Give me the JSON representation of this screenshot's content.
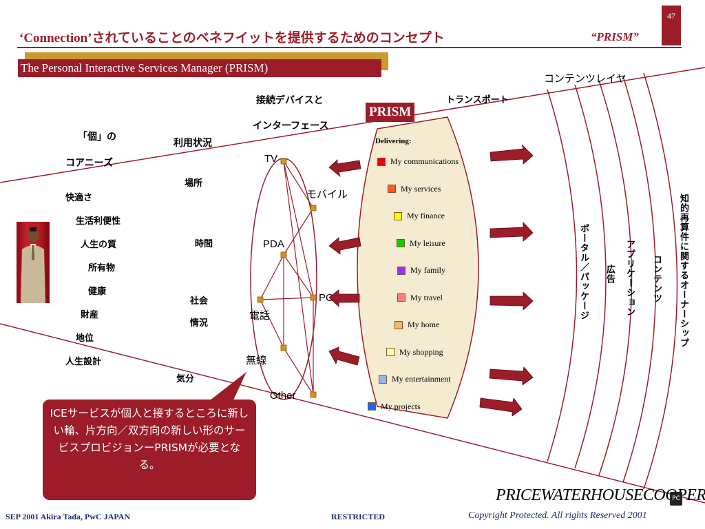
{
  "page_number": "47",
  "title": "‘Connection’されていることのベネフイットを提供するためのコンセプト",
  "title_tag": "“PRISM”",
  "subtitle": "The Personal Interactive Services Manager (PRISM)",
  "columns": {
    "needs_header_1": "「個」の",
    "needs_header_2": "コアニーズ",
    "usage_header": "利用状況",
    "device_header_1": "接続デバイスと",
    "device_header_2": "インターフェース",
    "transport": "トランスポート",
    "content_layer": "コンテンツレイヤ"
  },
  "needs": [
    "快適さ",
    "生活利便性",
    "人生の質",
    "所有物",
    "健康",
    "財産",
    "地位",
    "人生設計"
  ],
  "usage": [
    "場所",
    "時間",
    "社会",
    "情況",
    "気分"
  ],
  "devices": [
    "TV",
    "モバイル",
    "PDA",
    "PC",
    "電話",
    "無線",
    "Other"
  ],
  "prism": {
    "label": "PRISM",
    "delivering": "Delivering:",
    "services": [
      {
        "label": "My communications",
        "color": "#e8000b"
      },
      {
        "label": "My services",
        "color": "#ff5a1f"
      },
      {
        "label": "My finance",
        "color": "#ffff00"
      },
      {
        "label": "My leisure",
        "color": "#00d400"
      },
      {
        "label": "My family",
        "color": "#9b30ff"
      },
      {
        "label": "My travel",
        "color": "#ff7f7f"
      },
      {
        "label": "My home",
        "color": "#ffb266"
      },
      {
        "label": "My shopping",
        "color": "#ffffb0"
      },
      {
        "label": "My entertainment",
        "color": "#99b3ff"
      },
      {
        "label": "My projects",
        "color": "#1a66ff"
      }
    ]
  },
  "layers": [
    "ポータル／パッケージ",
    "広告",
    "アプリケーション",
    "コンテンツ",
    "知的再算件に関するオーナーシップ"
  ],
  "callout": "ICEサービスが個人と接するところに新しい輪、片方向／双方向の新しい形のサービスプロビジョンーPRISMが必要となる。",
  "footer": {
    "left": "SEP 2001  Akira Tada, PwC JAPAN",
    "middle": "RESTRICTED",
    "right": "Copyright Protected. All rights Reserved 2001"
  },
  "logo": "PRICEWATERHOUSECOOPERS",
  "colors": {
    "brand": "#9c1c2a",
    "prism_fill": "#f5ebd0",
    "arrow": "#9c1c2a",
    "node": "#d89018",
    "footer": "#1a2d6b"
  }
}
